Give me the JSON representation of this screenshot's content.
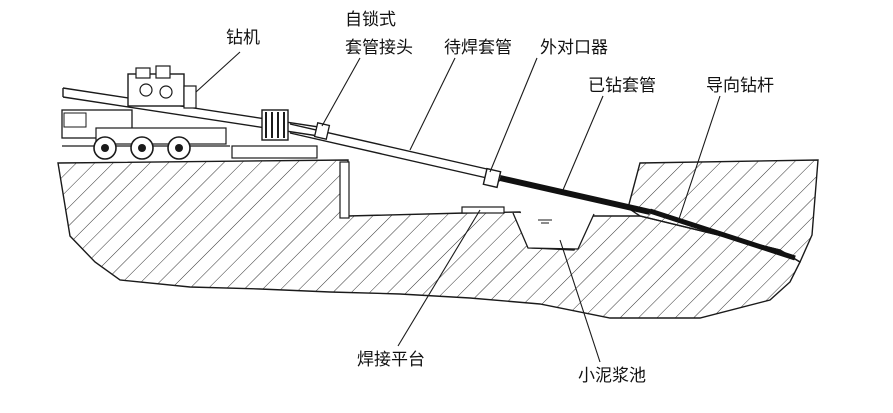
{
  "labels": {
    "drill_rig": "钻机",
    "self_lock_line1": "自锁式",
    "self_lock_line2": "套管接头",
    "casing_to_weld": "待焊套管",
    "aligner": "外对口器",
    "drilled_casing": "已钻套管",
    "guide_rod": "导向钻杆",
    "weld_platform": "焊接平台",
    "mud_pit": "小泥浆池"
  },
  "colors": {
    "line": "#1a1a1a",
    "hatch": "#333333",
    "casing_dark": "#111111",
    "background": "#ffffff"
  }
}
